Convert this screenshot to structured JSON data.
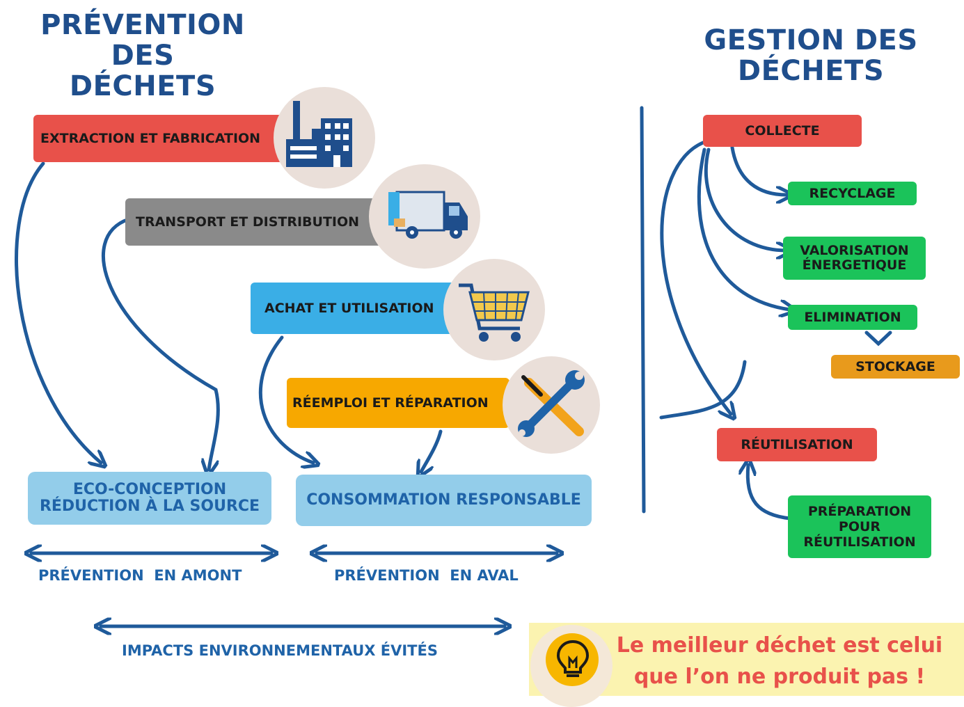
{
  "left_title": [
    "PRÉVENTION",
    "DES",
    "DÉCHETS"
  ],
  "right_title": [
    "GESTION DES",
    "DÉCHETS"
  ],
  "left_steps": {
    "extraction": "EXTRACTION ET FABRICATION",
    "transport": "TRANSPORT ET DISTRIBUTION",
    "achat": "ACHAT ET UTILISATION",
    "reemploi": "RÉEMPLOI ET RÉPARATION"
  },
  "outcomes": {
    "eco_line1": "ECO-CONCEPTION",
    "eco_line2": "RÉDUCTION À LA SOURCE",
    "conso": "CONSOMMATION RESPONSABLE"
  },
  "ranges": {
    "amont": "PRÉVENTION  EN AMONT",
    "aval": "PRÉVENTION  EN AVAL",
    "impacts": "IMPACTS ENVIRONNEMENTAUX ÉVITÉS"
  },
  "management": {
    "collecte": "COLLECTE",
    "recyclage": "RECYCLAGE",
    "valorisation_1": "VALORISATION",
    "valorisation_2": "ÉNERGETIQUE",
    "elimination": "ELIMINATION",
    "stockage": "STOCKAGE",
    "reutilisation": "RÉUTILISATION",
    "preparation_1": "PRÉPARATION",
    "preparation_2": "POUR",
    "preparation_3": "RÉUTILISATION"
  },
  "quote": [
    "Le meilleur déchet est celui",
    "que l’on ne produit pas !"
  ],
  "colors": {
    "title_blue": "#1f4e8c",
    "red": "#e8514a",
    "grey": "#8a8a8a",
    "blue": "#3aaee6",
    "orange": "#f7a800",
    "green": "#1bc35a",
    "light_blue": "#93cdea",
    "arrow_blue": "#1f5a9a"
  },
  "icons": [
    "factory-icon",
    "truck-icon",
    "shopping-cart-icon",
    "tools-icon",
    "lightbulb-icon"
  ]
}
